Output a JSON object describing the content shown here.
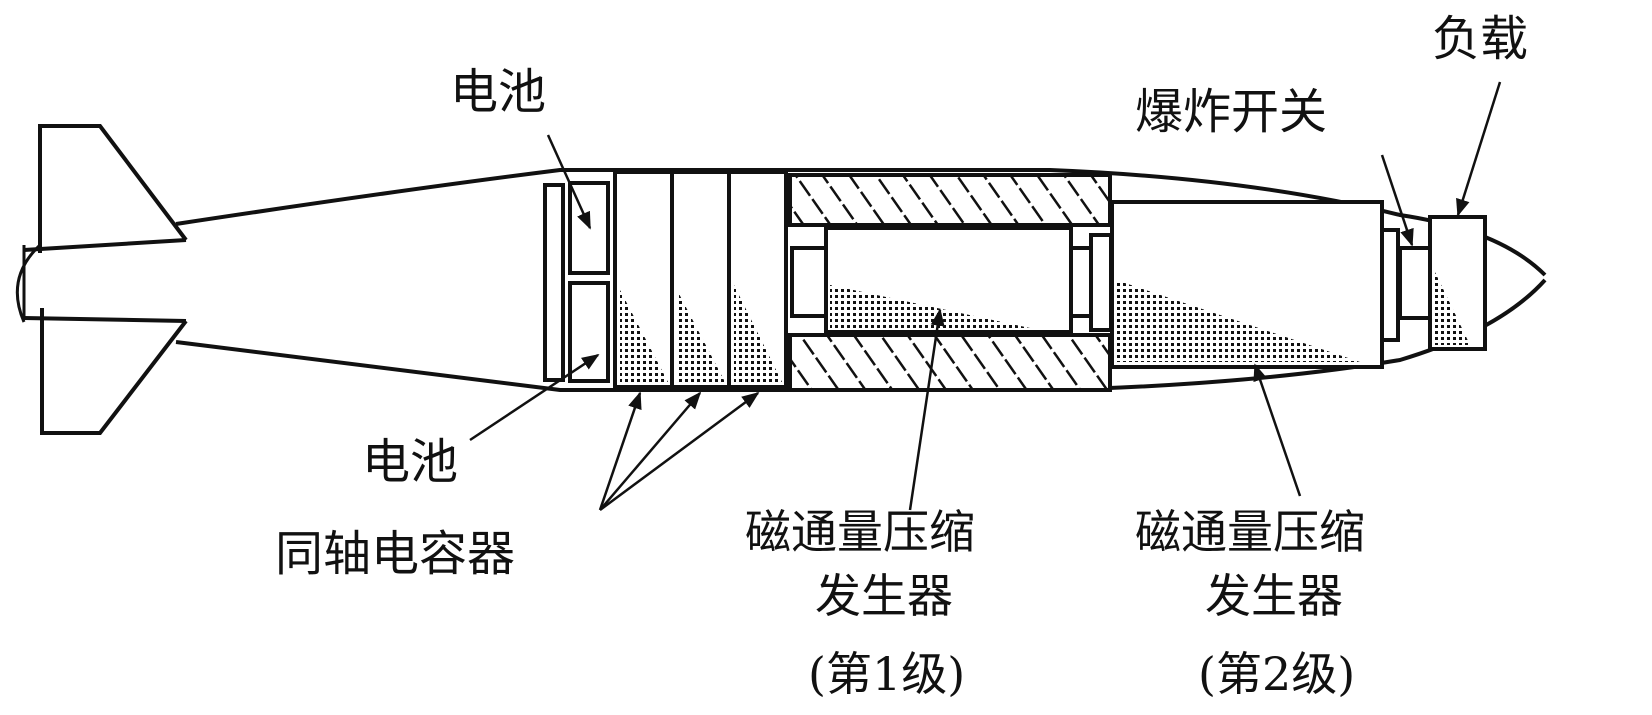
{
  "title": "电磁脉冲弹结构示意图",
  "colors": {
    "ink": "#111111",
    "background": "#ffffff"
  },
  "components": [
    {
      "id": "battery_top",
      "name": "电池 (上)"
    },
    {
      "id": "battery_bottom",
      "name": "电池 (下)"
    },
    {
      "id": "coaxial_capacitors",
      "name": "同轴电容器",
      "count": 3
    },
    {
      "id": "fcg_stage1",
      "name": "磁通量压缩发生器 (第1级)"
    },
    {
      "id": "fcg_stage2",
      "name": "磁通量压缩发生器 (第2级)"
    },
    {
      "id": "explosive_switch",
      "name": "爆炸开关"
    },
    {
      "id": "load",
      "name": "负载"
    }
  ],
  "labels": {
    "battery_top": "电池",
    "battery_bottom": "电池",
    "coaxial_capacitor": "同轴电容器",
    "fcg1_line1": "磁通量压缩",
    "fcg1_line2": "发生器",
    "fcg1_line3": "(第1级)",
    "fcg2_line1": "磁通量压缩",
    "fcg2_line2": "发生器",
    "fcg2_line3": "(第2级)",
    "explosive_switch": "爆炸开关",
    "load": "负载"
  }
}
